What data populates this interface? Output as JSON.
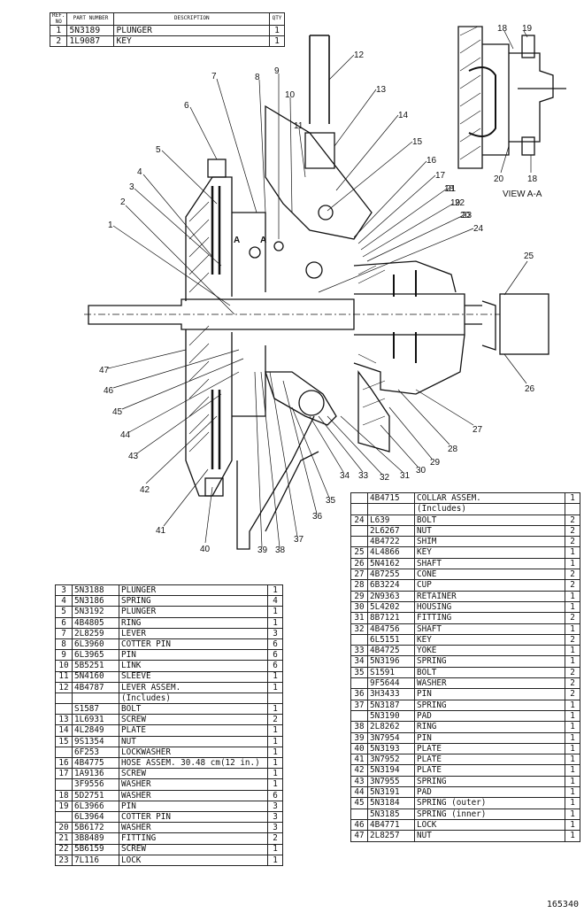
{
  "header": {
    "ref_no": "REF. NO",
    "part_number": "PART NUMBER",
    "description": "DESCRIPTION",
    "qty": "QTY"
  },
  "top_parts": [
    {
      "ref": "1",
      "part": "5N3189",
      "desc": "PLUNGER",
      "qty": "1"
    },
    {
      "ref": "2",
      "part": "1L9087",
      "desc": "KEY",
      "qty": "1"
    }
  ],
  "left_parts": [
    {
      "ref": "3",
      "part": "5N3188",
      "desc": "PLUNGER",
      "qty": "1"
    },
    {
      "ref": "4",
      "part": "5N3186",
      "desc": "SPRING",
      "qty": "4"
    },
    {
      "ref": "5",
      "part": "5N3192",
      "desc": "PLUNGER",
      "qty": "1"
    },
    {
      "ref": "6",
      "part": "4B4805",
      "desc": "RING",
      "qty": "1"
    },
    {
      "ref": "7",
      "part": "2L8259",
      "desc": "LEVER",
      "qty": "3"
    },
    {
      "ref": "8",
      "part": "6L3960",
      "desc": "COTTER PIN",
      "qty": "6"
    },
    {
      "ref": "9",
      "part": "6L3965",
      "desc": "PIN",
      "qty": "6"
    },
    {
      "ref": "10",
      "part": "5B5251",
      "desc": "LINK",
      "qty": "6"
    },
    {
      "ref": "11",
      "part": "5N4160",
      "desc": "SLEEVE",
      "qty": "1"
    },
    {
      "ref": "12",
      "part": "4B4787",
      "desc": "LEVER ASSEM.",
      "qty": "1"
    },
    {
      "ref": "",
      "part": "",
      "desc": "(Includes)",
      "qty": ""
    },
    {
      "ref": "",
      "part": "S1587",
      "desc": "BOLT",
      "qty": "1"
    },
    {
      "ref": "13",
      "part": "1L6931",
      "desc": "SCREW",
      "qty": "2"
    },
    {
      "ref": "14",
      "part": "4L2849",
      "desc": "PLATE",
      "qty": "1"
    },
    {
      "ref": "15",
      "part": "9S1354",
      "desc": "NUT",
      "qty": "1"
    },
    {
      "ref": "",
      "part": "6F253",
      "desc": "LOCKWASHER",
      "qty": "1"
    },
    {
      "ref": "16",
      "part": "4B4775",
      "desc": "HOSE ASSEM. 30.48 cm(12 in.)",
      "qty": "1"
    },
    {
      "ref": "17",
      "part": "1A9136",
      "desc": "SCREW",
      "qty": "1"
    },
    {
      "ref": "",
      "part": "3F9556",
      "desc": "WASHER",
      "qty": "1"
    },
    {
      "ref": "18",
      "part": "5D2751",
      "desc": "WASHER",
      "qty": "6"
    },
    {
      "ref": "19",
      "part": "6L3966",
      "desc": "PIN",
      "qty": "3"
    },
    {
      "ref": "",
      "part": "6L3964",
      "desc": "COTTER PIN",
      "qty": "3"
    },
    {
      "ref": "20",
      "part": "5B6172",
      "desc": "WASHER",
      "qty": "3"
    },
    {
      "ref": "21",
      "part": "3B8489",
      "desc": "FITTING",
      "qty": "2"
    },
    {
      "ref": "22",
      "part": "5B6159",
      "desc": "SCREW",
      "qty": "1"
    },
    {
      "ref": "23",
      "part": "7L116",
      "desc": "LOCK",
      "qty": "1"
    }
  ],
  "right_parts": [
    {
      "ref": "",
      "part": "4B4715",
      "desc": "COLLAR ASSEM.",
      "qty": "1"
    },
    {
      "ref": "",
      "part": "",
      "desc": "(Includes)",
      "qty": ""
    },
    {
      "ref": "24",
      "part": "L639",
      "desc": "BOLT",
      "qty": "2"
    },
    {
      "ref": "",
      "part": "2L6267",
      "desc": "NUT",
      "qty": "2"
    },
    {
      "ref": "",
      "part": "4B4722",
      "desc": "SHIM",
      "qty": "2"
    },
    {
      "ref": "25",
      "part": "4L4866",
      "desc": "KEY",
      "qty": "1"
    },
    {
      "ref": "26",
      "part": "5N4162",
      "desc": "SHAFT",
      "qty": "1"
    },
    {
      "ref": "27",
      "part": "4B7255",
      "desc": "CONE",
      "qty": "2"
    },
    {
      "ref": "28",
      "part": "6B3224",
      "desc": "CUP",
      "qty": "2"
    },
    {
      "ref": "29",
      "part": "2N9363",
      "desc": "RETAINER",
      "qty": "1"
    },
    {
      "ref": "30",
      "part": "5L4202",
      "desc": "HOUSING",
      "qty": "1"
    },
    {
      "ref": "31",
      "part": "8B7121",
      "desc": "FITTING",
      "qty": "2"
    },
    {
      "ref": "32",
      "part": "4B4756",
      "desc": "SHAFT",
      "qty": "1"
    },
    {
      "ref": "",
      "part": "6L5151",
      "desc": "KEY",
      "qty": "2"
    },
    {
      "ref": "33",
      "part": "4B4725",
      "desc": "YOKE",
      "qty": "1"
    },
    {
      "ref": "34",
      "part": "5N3196",
      "desc": "SPRING",
      "qty": "1"
    },
    {
      "ref": "35",
      "part": "S1591",
      "desc": "BOLT",
      "qty": "2"
    },
    {
      "ref": "",
      "part": "9F5644",
      "desc": "WASHER",
      "qty": "2"
    },
    {
      "ref": "36",
      "part": "3H3433",
      "desc": "PIN",
      "qty": "2"
    },
    {
      "ref": "37",
      "part": "5N3187",
      "desc": "SPRING",
      "qty": "1"
    },
    {
      "ref": "",
      "part": "5N3190",
      "desc": "PAD",
      "qty": "1"
    },
    {
      "ref": "38",
      "part": "2L8262",
      "desc": "RING",
      "qty": "1"
    },
    {
      "ref": "39",
      "part": "3N7954",
      "desc": "PIN",
      "qty": "1"
    },
    {
      "ref": "40",
      "part": "5N3193",
      "desc": "PLATE",
      "qty": "1"
    },
    {
      "ref": "41",
      "part": "3N7952",
      "desc": "PLATE",
      "qty": "1"
    },
    {
      "ref": "42",
      "part": "5N3194",
      "desc": "PLATE",
      "qty": "1"
    },
    {
      "ref": "43",
      "part": "3N7955",
      "desc": "SPRING",
      "qty": "1"
    },
    {
      "ref": "44",
      "part": "5N3191",
      "desc": "PAD",
      "qty": "1"
    },
    {
      "ref": "45",
      "part": "5N3184",
      "desc": "SPRING (outer)",
      "qty": "1"
    },
    {
      "ref": "",
      "part": "5N3185",
      "desc": "SPRING (inner)",
      "qty": "1"
    },
    {
      "ref": "46",
      "part": "4B4771",
      "desc": "LOCK",
      "qty": "1"
    },
    {
      "ref": "47",
      "part": "2L8257",
      "desc": "NUT",
      "qty": "1"
    }
  ],
  "callouts": [
    "1",
    "2",
    "3",
    "4",
    "5",
    "6",
    "7",
    "8",
    "9",
    "10",
    "11",
    "12",
    "13",
    "14",
    "15",
    "16",
    "17",
    "18",
    "19",
    "20",
    "21",
    "22",
    "23",
    "24",
    "25",
    "26",
    "27",
    "28",
    "29",
    "30",
    "31",
    "32",
    "33",
    "34",
    "35",
    "36",
    "37",
    "38",
    "39",
    "40",
    "41",
    "42",
    "43",
    "44",
    "45",
    "46",
    "47"
  ],
  "view_label": "VIEW A-A",
  "section_marks": {
    "a1": "A",
    "a2": "A"
  },
  "view_callouts": {
    "c18a": "18",
    "c19": "19",
    "c20": "20",
    "c18b": "18"
  },
  "drawing_number": "165340"
}
